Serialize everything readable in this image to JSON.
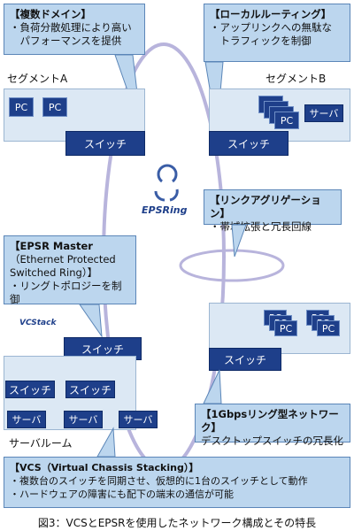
{
  "callouts": {
    "multi_domain": {
      "title": "【複数ドメイン】",
      "lines": [
        "・負荷分散処理により高い",
        "　パフォーマンスを提供"
      ]
    },
    "local_routing": {
      "title": "【ローカルルーティング】",
      "lines": [
        "・アップリンクへの無駄な",
        "　トラフィックを制御"
      ]
    },
    "link_aggregation": {
      "title": "【リンクアグリゲーション】",
      "lines": [
        "・帯域拡張と冗長回線"
      ]
    },
    "epsr_master": {
      "title": "【EPSR Master",
      "lines": [
        "（Ethernet Protected",
        "Switched Ring）】",
        "・リングトポロジーを制御"
      ]
    },
    "gbps_ring": {
      "title": "【1Gbpsリング型ネットワーク】",
      "lines": [
        "デスクトップスイッチの冗長化"
      ]
    },
    "vcs": {
      "title": "【VCS（Virtual Chassis Stacking）】",
      "lines": [
        "・複数台のスイッチを同期させ、仮想的に1台のスイッチとして動作",
        "・ハードウェアの障害にも配下の端末の通信が可能"
      ]
    }
  },
  "segments": {
    "a": "セグメントA",
    "b": "セグメントB",
    "server_room": "サーバルーム"
  },
  "labels": {
    "pc": "PC",
    "server": "サーバ",
    "switch": "スイッチ"
  },
  "logos": {
    "epsr": "EPSRing",
    "vcs": "VCStack"
  },
  "caption": "図3：VCSとEPSRを使用したネットワーク構成とその特長",
  "colors": {
    "callout_bg": "#bcd6ee",
    "switch": "#1e3f8a",
    "ring": "#b8b4dc",
    "zone": "#dce8f4"
  }
}
